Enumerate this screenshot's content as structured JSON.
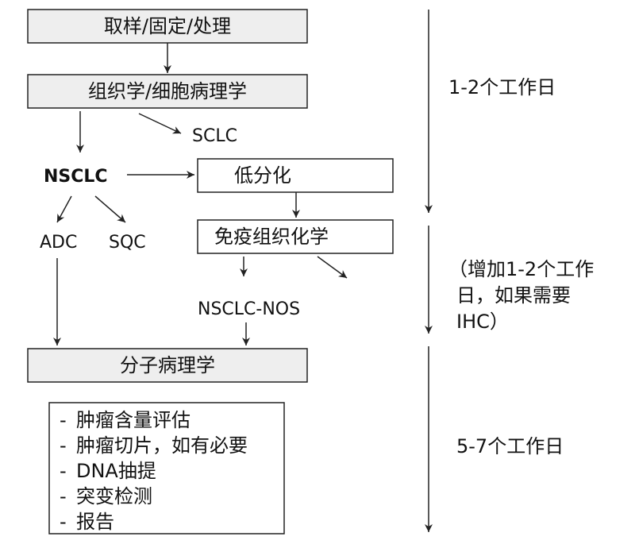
{
  "steps": {
    "sampling": "取样/固定/处理",
    "histology": "组织学/细胞病理学",
    "sclc": "SCLC",
    "nsclc": "NSCLC",
    "low_diff": "低分化",
    "adc": "ADC",
    "sqc": "SQC",
    "ihc": "免疫组织化学",
    "nos": "NSCLC-NOS",
    "molecular": "分子病理学"
  },
  "tasks": [
    "肿瘤含量评估",
    "肿瘤切片，如有必要",
    "DNA抽提",
    "突变检测",
    "报告"
  ],
  "task_bullet": "-",
  "timeline": {
    "phase1": "1-2个工作日",
    "phase2_lines": [
      "（增加1-2个工作",
      "日，如果需要",
      "IHC）"
    ],
    "phase3": "5-7个工作日"
  },
  "colors": {
    "box_fill": "#eeeeee",
    "line": "#222222"
  }
}
